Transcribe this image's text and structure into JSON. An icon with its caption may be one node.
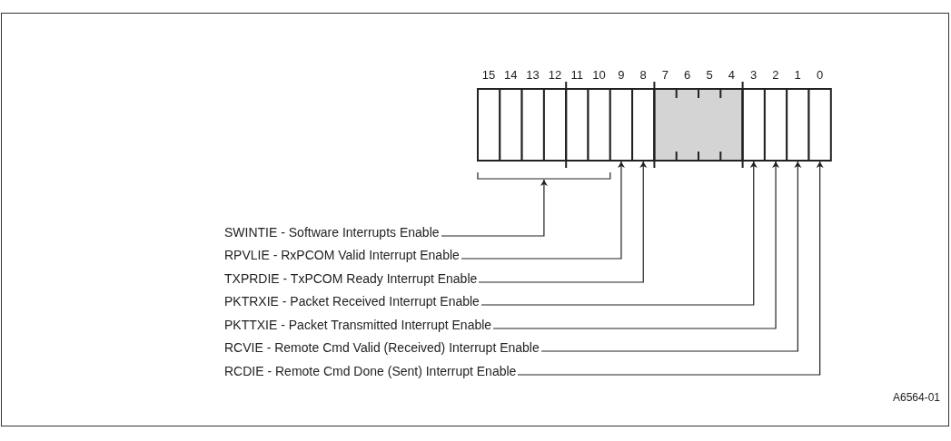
{
  "diagram": {
    "nodes": [
      {
        "text": [
          "15"
        ]
      },
      {
        "text": [
          "14"
        ]
      },
      {
        "text": [
          "13"
        ]
      },
      {
        "text": [
          "12"
        ]
      },
      {
        "text": [
          "11"
        ]
      },
      {
        "text": [
          "10"
        ]
      },
      {
        "text": [
          "9"
        ]
      },
      {
        "text": [
          "8"
        ]
      },
      {
        "text": [
          "7",
          "6",
          "5",
          "4"
        ]
      },
      {
        "text": [
          "3"
        ]
      },
      {
        "text": [
          "2"
        ]
      },
      {
        "text": [
          "1"
        ]
      },
      {
        "text": [
          "0"
        ]
      },
      {
        "text": [],
        "shape": "bracket"
      },
      {
        "text": [
          "SWINTIE - Software Interrupts Enable"
        ]
      },
      {
        "text": [
          "RPVLIE - RxPCOM Valid Interrupt Enable"
        ]
      },
      {
        "text": [
          "TXPRDIE - TxPCOM Ready Interrupt Enable"
        ]
      },
      {
        "text": [
          "PKTRXIE - Packet Received Interrupt Enable"
        ]
      },
      {
        "text": [
          "PKTTXIE - Packet Transmitted Interrupt Enable"
        ]
      },
      {
        "text": [
          "RCVIE - Remote Cmd Valid (Received) Interrupt Enable"
        ]
      },
      {
        "text": [
          "RCDIE - Remote Cmd Done (Sent) Interrupt Enable"
        ]
      }
    ],
    "edges": [
      {
        "from": 14,
        "to": 13,
        "arrow": "to"
      },
      {
        "from": 15,
        "to": 6,
        "arrow": "to"
      },
      {
        "from": 16,
        "to": 7,
        "arrow": "to"
      },
      {
        "from": 17,
        "to": 9,
        "arrow": "to"
      },
      {
        "from": 18,
        "to": 10,
        "arrow": "to"
      },
      {
        "from": 19,
        "to": 11,
        "arrow": "to"
      },
      {
        "from": 20,
        "to": 12,
        "arrow": "to"
      }
    ],
    "labels": [
      "A6564-01"
    ]
  }
}
